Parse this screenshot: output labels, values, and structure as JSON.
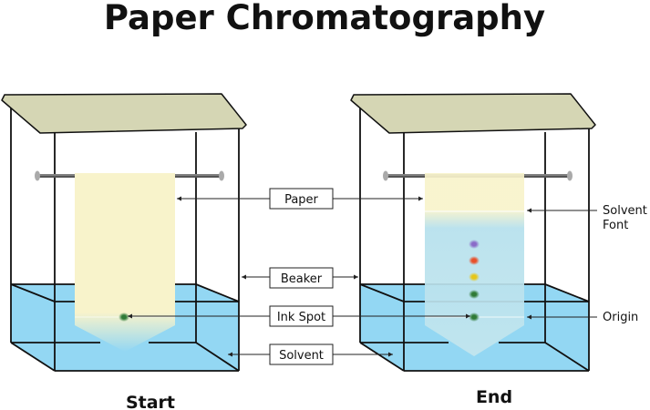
{
  "title": "Paper Chromatography",
  "labels": {
    "paper": "Paper",
    "beaker": "Beaker",
    "ink_spot": "Ink Spot",
    "solvent": "Solvent",
    "solvent_front_line1": "Solvent",
    "solvent_front_line2": "Font",
    "origin": "Origin"
  },
  "captions": {
    "start": "Start",
    "end": "End"
  },
  "colors": {
    "lid": "#d5d6b4",
    "solvent": "#93d7f3",
    "paper": "#f8f3cb",
    "wet_paper": "#b5e0ec",
    "ink_green": "#2f7a36",
    "spot_purple": "#8a6bc8",
    "spot_red": "#e8502a",
    "spot_yellow": "#e6c619",
    "spot_green": "#2f7a36"
  }
}
